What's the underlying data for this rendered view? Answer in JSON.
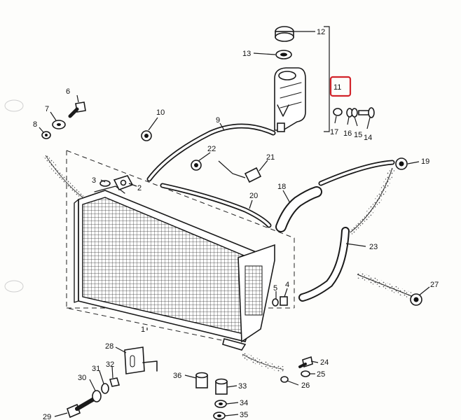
{
  "diagram": {
    "highlight_color": "#d2232a",
    "callouts": {
      "c1": "1",
      "c2": "2",
      "c3": "3",
      "c4": "4",
      "c5": "5",
      "c6": "6",
      "c7": "7",
      "c8": "8",
      "c9": "9",
      "c10": "10",
      "c11": "11",
      "c12": "12",
      "c13": "13",
      "c14": "14",
      "c15": "15",
      "c16": "16",
      "c17": "17",
      "c18": "18",
      "c19": "19",
      "c20": "20",
      "c21": "21",
      "c22": "22",
      "c23": "23",
      "c24": "24",
      "c25": "25",
      "c26": "26",
      "c27": "27",
      "c28": "28",
      "c29": "29",
      "c30": "30",
      "c31": "31",
      "c32": "32",
      "c33": "33",
      "c34": "34",
      "c35": "35",
      "c36": "36"
    }
  }
}
